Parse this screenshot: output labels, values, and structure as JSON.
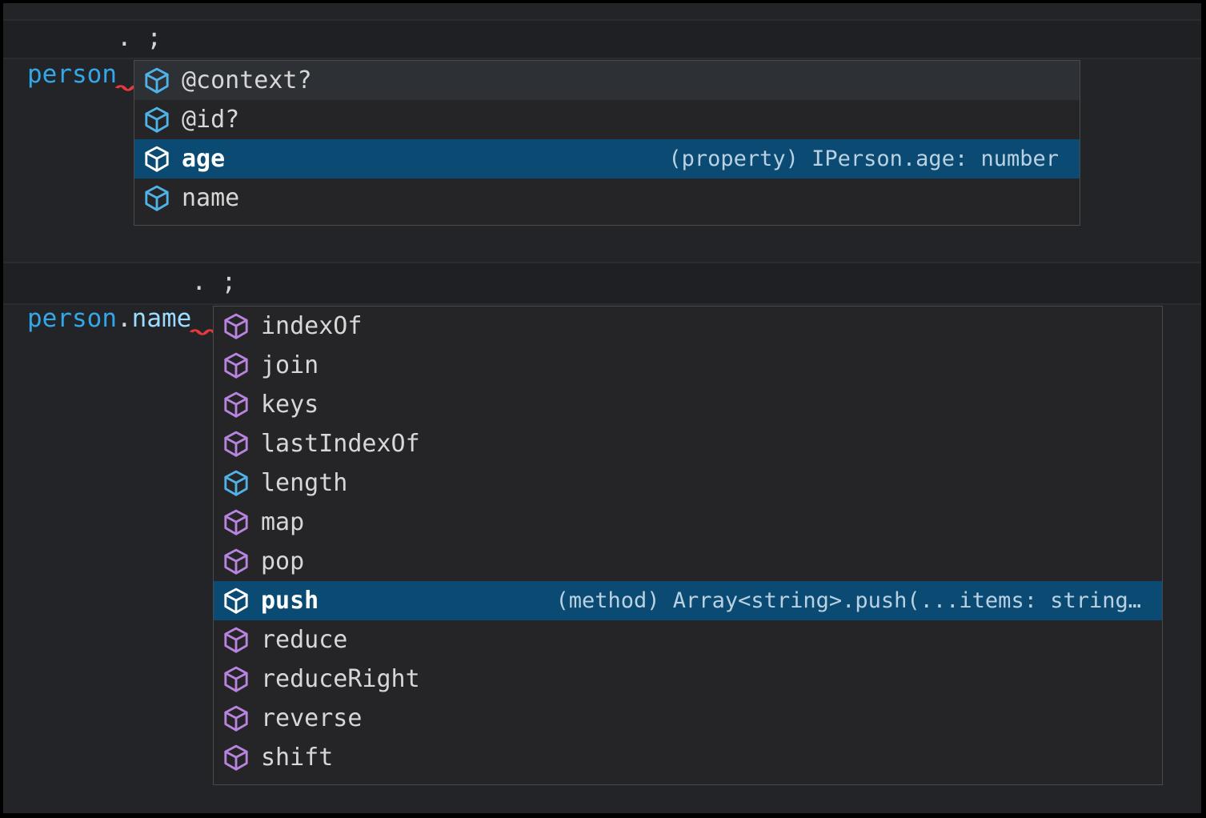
{
  "editor": {
    "lines": [
      {
        "text": "person.;",
        "tokens": [
          {
            "t": "person",
            "c": "blue"
          },
          {
            "t": ".",
            "c": "fg",
            "err": true
          },
          {
            "t": ";",
            "c": "fg",
            "err": true
          }
        ]
      },
      {
        "text": "person.name.;",
        "tokens": [
          {
            "t": "person",
            "c": "blue"
          },
          {
            "t": ".",
            "c": "fg"
          },
          {
            "t": "name",
            "c": "lightblue"
          },
          {
            "t": ".",
            "c": "fg",
            "err": true
          },
          {
            "t": ";",
            "c": "fg",
            "err": true
          }
        ]
      }
    ]
  },
  "suggest_widgets": [
    {
      "items": [
        {
          "label": "@context?",
          "kind": "property",
          "state": "hover"
        },
        {
          "label": "@id?",
          "kind": "property"
        },
        {
          "label": "age",
          "kind": "property",
          "state": "selected",
          "detail": "(property) IPerson.age: number"
        },
        {
          "label": "name",
          "kind": "property"
        }
      ]
    },
    {
      "items": [
        {
          "label": "indexOf",
          "kind": "method"
        },
        {
          "label": "join",
          "kind": "method"
        },
        {
          "label": "keys",
          "kind": "method"
        },
        {
          "label": "lastIndexOf",
          "kind": "method"
        },
        {
          "label": "length",
          "kind": "property"
        },
        {
          "label": "map",
          "kind": "method"
        },
        {
          "label": "pop",
          "kind": "method"
        },
        {
          "label": "push",
          "kind": "method",
          "state": "selected",
          "detail": "(method) Array<string>.push(...items: string…"
        },
        {
          "label": "reduce",
          "kind": "method"
        },
        {
          "label": "reduceRight",
          "kind": "method"
        },
        {
          "label": "reverse",
          "kind": "method"
        },
        {
          "label": "shift",
          "kind": "method"
        }
      ]
    }
  ],
  "colors": {
    "selection_bg": "#0a4a73",
    "icon_property": "#4fb3e8",
    "icon_method": "#b884de",
    "icon_selected": "#ffffff",
    "squiggle": "#e5393d",
    "code_blue": "#33a7e8",
    "code_lightblue": "#9cdcfe",
    "code_fg": "#d4d4d4"
  }
}
